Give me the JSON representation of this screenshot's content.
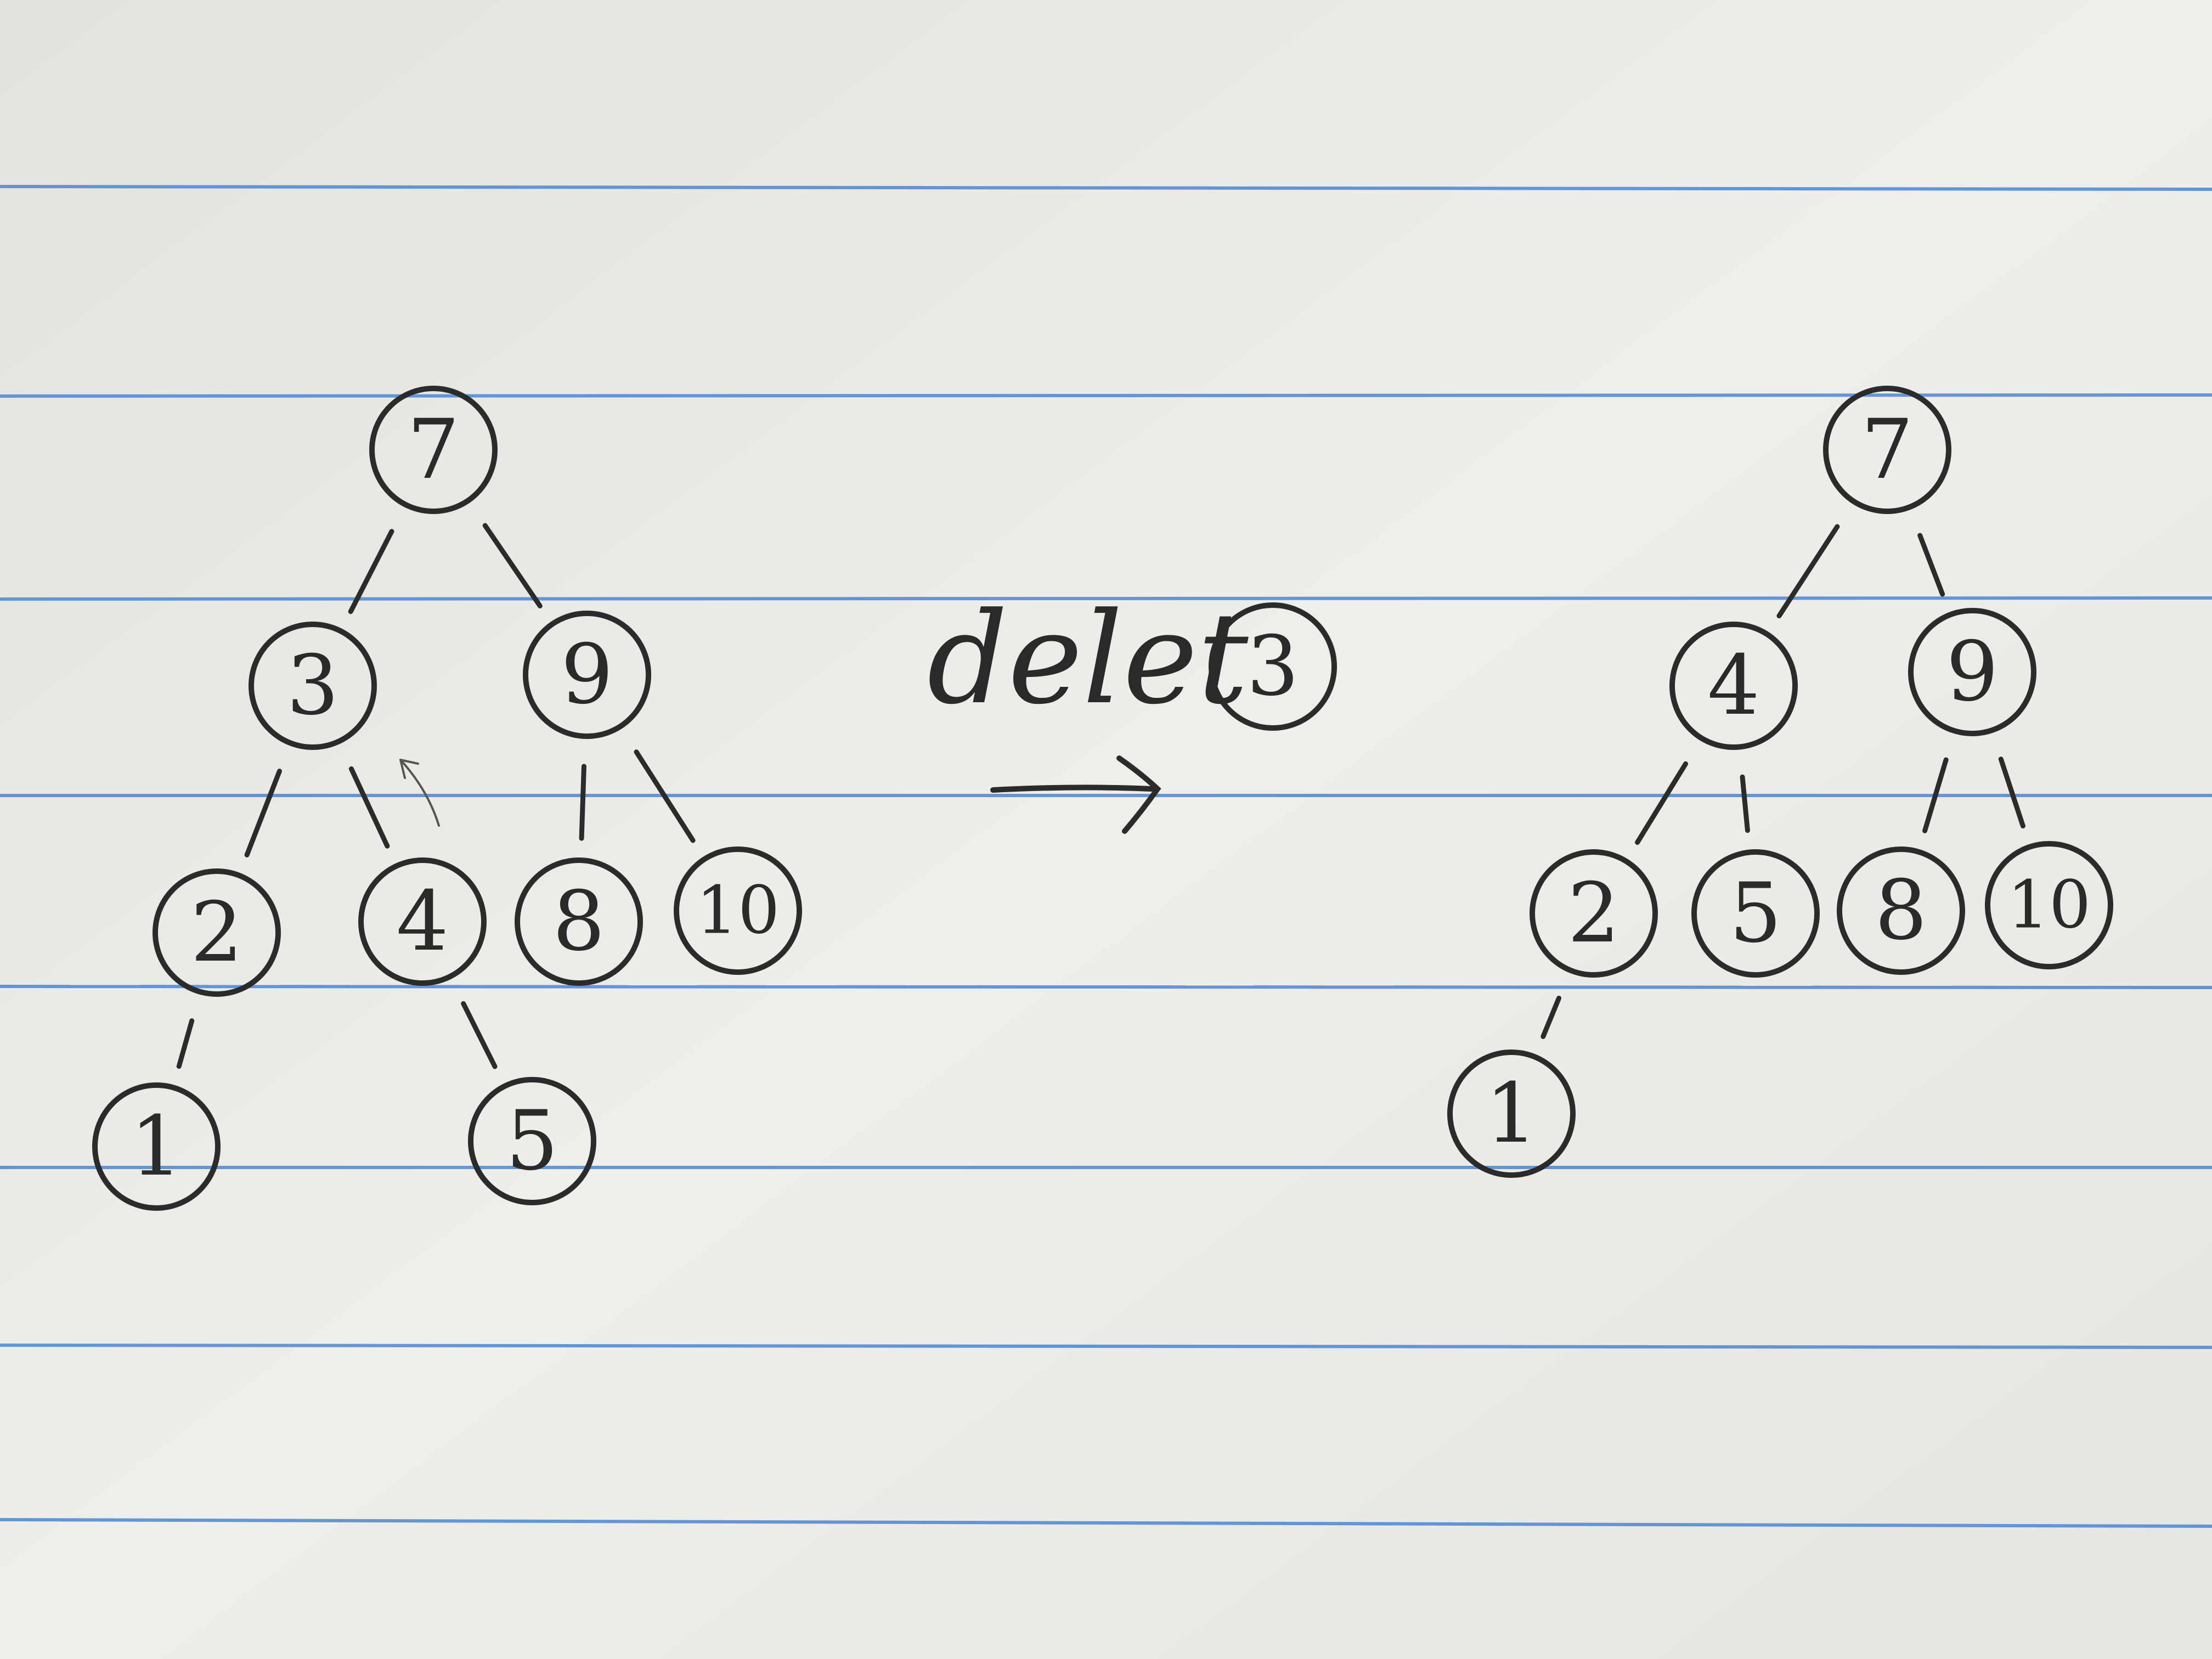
{
  "ink_color": "#2b2b2b",
  "paper_color": "#ecebe7",
  "rule_color": "#3f7fd0",
  "caption": {
    "text": "delet",
    "node_label": "3"
  },
  "before_tree": {
    "nodes": [
      {
        "id": "b7",
        "label": "7"
      },
      {
        "id": "b3",
        "label": "3"
      },
      {
        "id": "b9",
        "label": "9"
      },
      {
        "id": "b2",
        "label": "2"
      },
      {
        "id": "b4",
        "label": "4"
      },
      {
        "id": "b8",
        "label": "8"
      },
      {
        "id": "b10",
        "label": "10"
      },
      {
        "id": "b1",
        "label": "1"
      },
      {
        "id": "b5",
        "label": "5"
      }
    ],
    "edges": [
      [
        "b7",
        "b3"
      ],
      [
        "b7",
        "b9"
      ],
      [
        "b3",
        "b2"
      ],
      [
        "b3",
        "b4"
      ],
      [
        "b9",
        "b8"
      ],
      [
        "b9",
        "b10"
      ],
      [
        "b2",
        "b1"
      ],
      [
        "b4",
        "b5"
      ]
    ]
  },
  "after_tree": {
    "nodes": [
      {
        "id": "a7",
        "label": "7"
      },
      {
        "id": "a4",
        "label": "4"
      },
      {
        "id": "a9",
        "label": "9"
      },
      {
        "id": "a2",
        "label": "2"
      },
      {
        "id": "a5",
        "label": "5"
      },
      {
        "id": "a8",
        "label": "8"
      },
      {
        "id": "a10",
        "label": "10"
      },
      {
        "id": "a1",
        "label": "1"
      }
    ],
    "edges": [
      [
        "a7",
        "a4"
      ],
      [
        "a7",
        "a9"
      ],
      [
        "a4",
        "a2"
      ],
      [
        "a4",
        "a5"
      ],
      [
        "a9",
        "a8"
      ],
      [
        "a9",
        "a10"
      ],
      [
        "a2",
        "a1"
      ]
    ]
  }
}
